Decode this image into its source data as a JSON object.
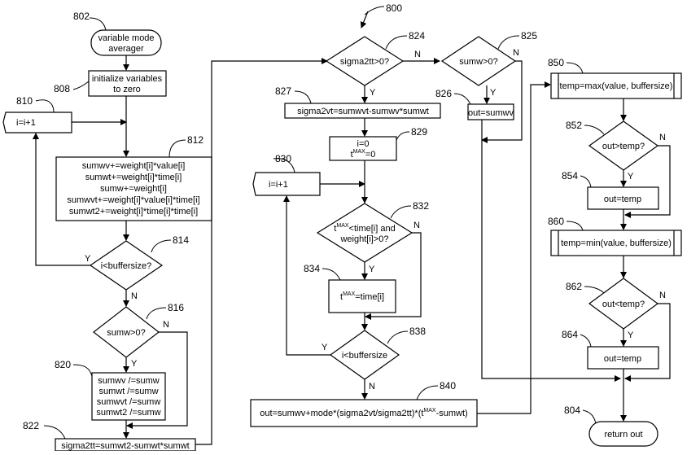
{
  "figure_ref": "800",
  "nodes": {
    "n802": {
      "ref": "802",
      "lines": [
        "variable mode",
        "averager"
      ]
    },
    "n808": {
      "ref": "808",
      "lines": [
        "initialize variables",
        "to zero"
      ]
    },
    "n810": {
      "ref": "810",
      "lines": [
        "i=i+1"
      ]
    },
    "n812": {
      "ref": "812",
      "lines": [
        "sumwv+=weight[i]*value[i]",
        "sumwt+=weight[i]*time[i]",
        "sumw+=weight[i]",
        "sumwvt+=weight[i]*value[i]*time[i]",
        "sumwt2+=weight[i]*time[i]*time[i]"
      ]
    },
    "n814": {
      "ref": "814",
      "lines": [
        "i<buffersize?"
      ]
    },
    "n816": {
      "ref": "816",
      "lines": [
        "sumw>0?"
      ]
    },
    "n820": {
      "ref": "820",
      "lines": [
        "sumwv /=sumw",
        "sumwt /=sumw",
        "sumwvt /=sumw",
        "sumwt2 /=sumw"
      ]
    },
    "n822": {
      "ref": "822",
      "lines": [
        "sigma2tt=sumwt2-sumwt*sumwt"
      ]
    },
    "n824": {
      "ref": "824",
      "lines": [
        "sigma2tt>0?"
      ]
    },
    "n825": {
      "ref": "825",
      "lines": [
        "sumw>0?"
      ]
    },
    "n826": {
      "ref": "826",
      "lines": [
        "out=sumwv"
      ]
    },
    "n827": {
      "ref": "827",
      "lines": [
        "sigma2vt=sumwvt-sumwv*sumwt"
      ]
    },
    "n829": {
      "ref": "829",
      "lines": [
        "i=0",
        "tMAX=0"
      ]
    },
    "n830": {
      "ref": "830",
      "lines": [
        "i=i+1"
      ]
    },
    "n832": {
      "ref": "832",
      "lines": [
        "tMAX<time[i] and",
        "weight[i]>0?"
      ]
    },
    "n834": {
      "ref": "834",
      "lines": [
        "tMAX=time[i]"
      ]
    },
    "n838": {
      "ref": "838",
      "lines": [
        "i<buffersize"
      ]
    },
    "n840": {
      "ref": "840",
      "lines": [
        "out=sumwv+mode*(sigma2vt/sigma2tt)*(tMAX-sumwt)"
      ]
    },
    "n850": {
      "ref": "850",
      "lines": [
        "temp=max(value, buffersize)"
      ]
    },
    "n852": {
      "ref": "852",
      "lines": [
        "out>temp?"
      ]
    },
    "n854": {
      "ref": "854",
      "lines": [
        "out=temp"
      ]
    },
    "n860": {
      "ref": "860",
      "lines": [
        "temp=min(value, buffersize)"
      ]
    },
    "n862": {
      "ref": "862",
      "lines": [
        "out<temp?"
      ]
    },
    "n864": {
      "ref": "864",
      "lines": [
        "out=temp"
      ]
    },
    "n804": {
      "ref": "804",
      "lines": [
        "return out"
      ]
    }
  },
  "branch_labels": {
    "yes": "Y",
    "no": "N"
  }
}
